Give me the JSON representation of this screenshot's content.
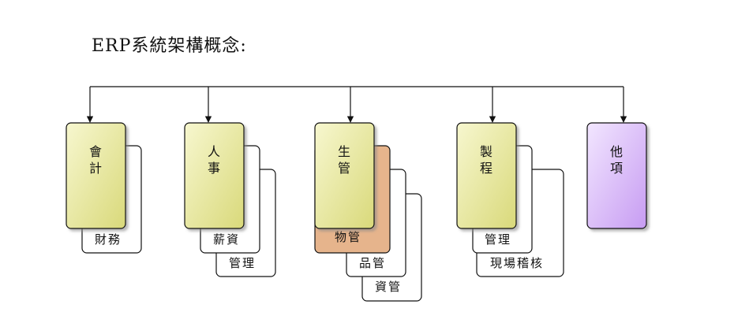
{
  "title": "ERP系統架構概念:",
  "modules": [
    {
      "label": [
        "會",
        "計"
      ],
      "color": "yellow",
      "subs": [
        "財務"
      ]
    },
    {
      "label": [
        "人",
        "事"
      ],
      "color": "yellow",
      "subs": [
        "薪資",
        "管理"
      ]
    },
    {
      "label": [
        "生",
        "管"
      ],
      "color": "yellow",
      "subs": [
        "物管",
        "品管",
        "資管"
      ]
    },
    {
      "label": [
        "製",
        "程"
      ],
      "color": "yellow",
      "subs": [
        "管理",
        "現場稽核"
      ]
    },
    {
      "label": [
        "他",
        "項"
      ],
      "color": "purple",
      "subs": []
    }
  ],
  "colors": {
    "yellow_top": "#f7f7cf",
    "yellow_bottom": "#d9d97a",
    "purple_top": "#f2e6ff",
    "purple_bottom": "#c79cf2",
    "orange_fill": "#e6b48c",
    "line": "#111111"
  }
}
